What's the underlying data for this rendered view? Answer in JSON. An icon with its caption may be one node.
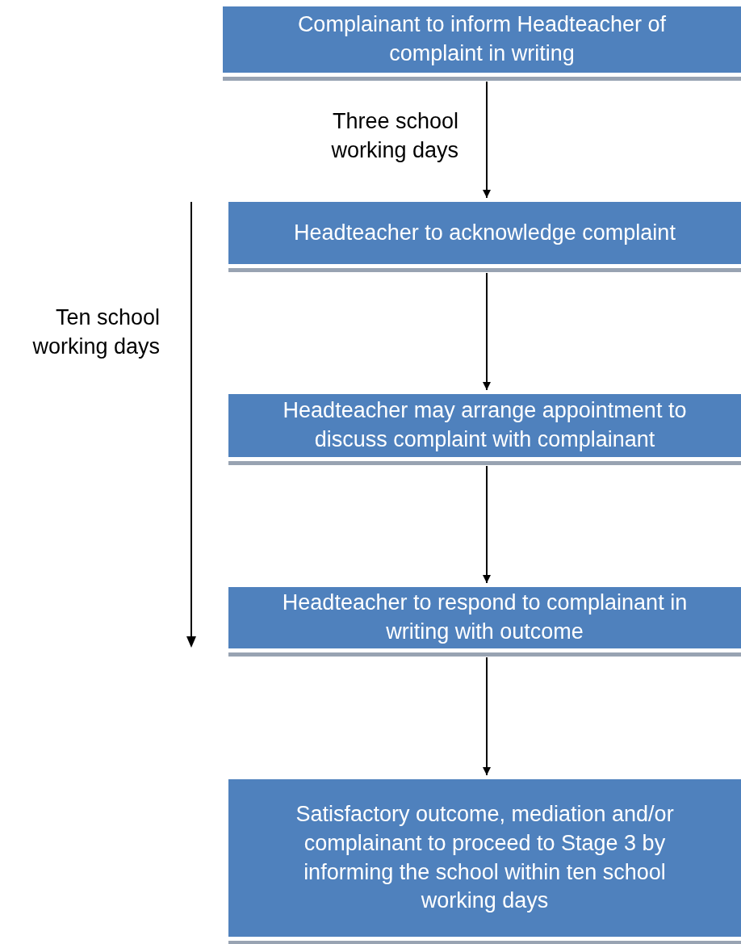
{
  "diagram": {
    "nodes": [
      {
        "text": [
          "Complainant to inform Headteacher of complaint in writing"
        ]
      },
      {
        "text": [
          "Headteacher to acknowledge complaint"
        ]
      },
      {
        "text": [
          "Headteacher may arrange appointment to discuss complaint with complainant"
        ]
      },
      {
        "text": [
          "Headteacher to respond to complainant in writing with outcome"
        ]
      },
      {
        "text": [
          "Satisfactory outcome, mediation and/or complainant to proceed to Stage 3 by informing the school within ten school working days"
        ]
      }
    ],
    "edges": [
      {
        "from": 0,
        "to": 1,
        "arrow": "to",
        "label": "Three school working days"
      },
      {
        "from": 1,
        "to": 2,
        "arrow": "to"
      },
      {
        "from": 2,
        "to": 3,
        "arrow": "to"
      },
      {
        "from": 3,
        "to": 4,
        "arrow": "to"
      }
    ],
    "labels": [
      "Ten school working days"
    ]
  }
}
